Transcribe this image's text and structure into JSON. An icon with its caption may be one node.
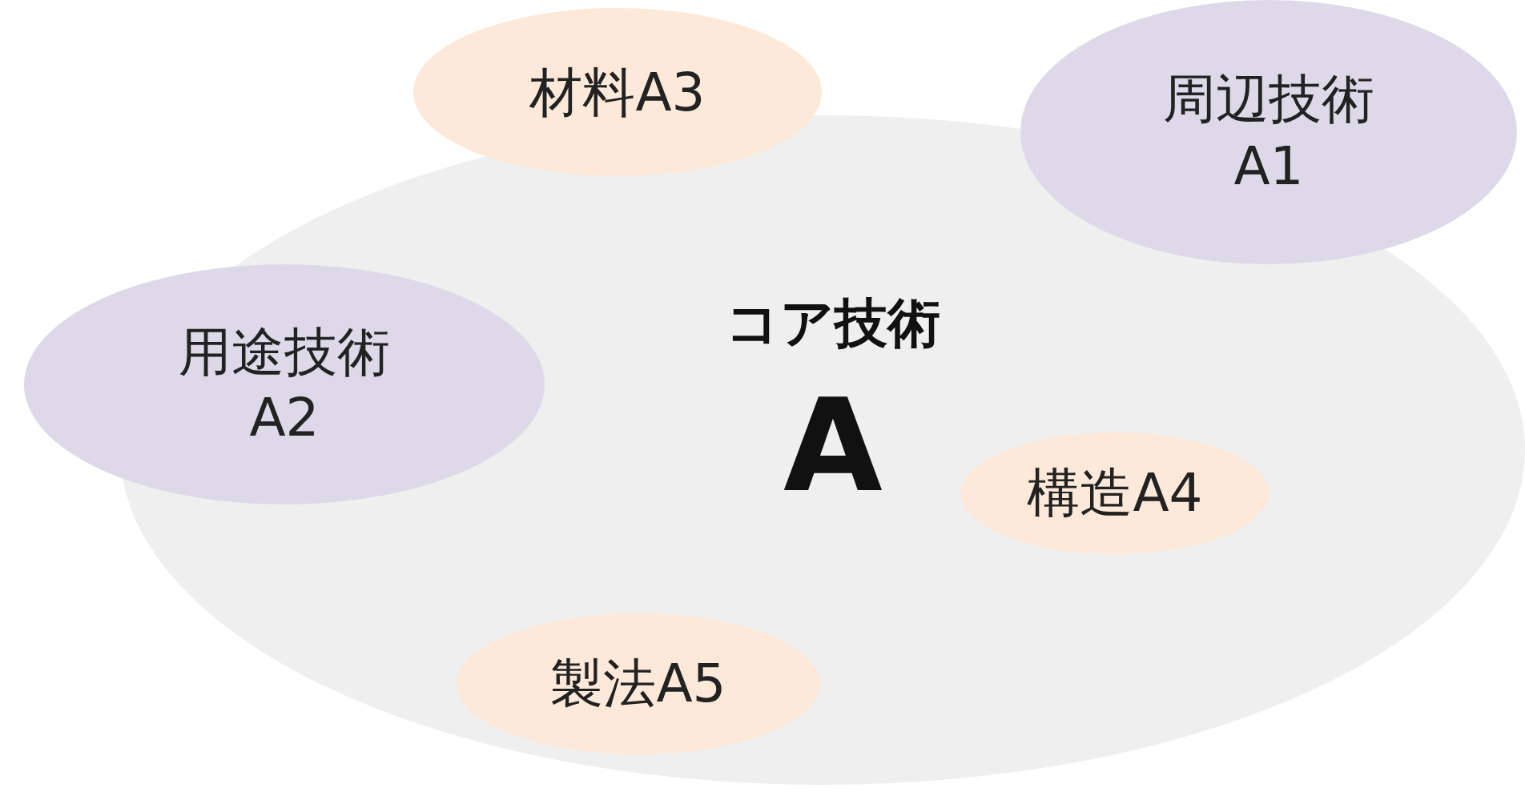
{
  "diagram": {
    "nodes": [
      {
        "text": [
          "コア技術",
          "A"
        ]
      },
      {
        "text": [
          "材料A3"
        ]
      },
      {
        "text": [
          "周辺技術A1"
        ]
      },
      {
        "text": [
          "用途技術A2"
        ]
      },
      {
        "text": [
          "構造A4"
        ],
        "in": 0
      },
      {
        "text": [
          "製法A5"
        ],
        "in": 0
      }
    ]
  }
}
